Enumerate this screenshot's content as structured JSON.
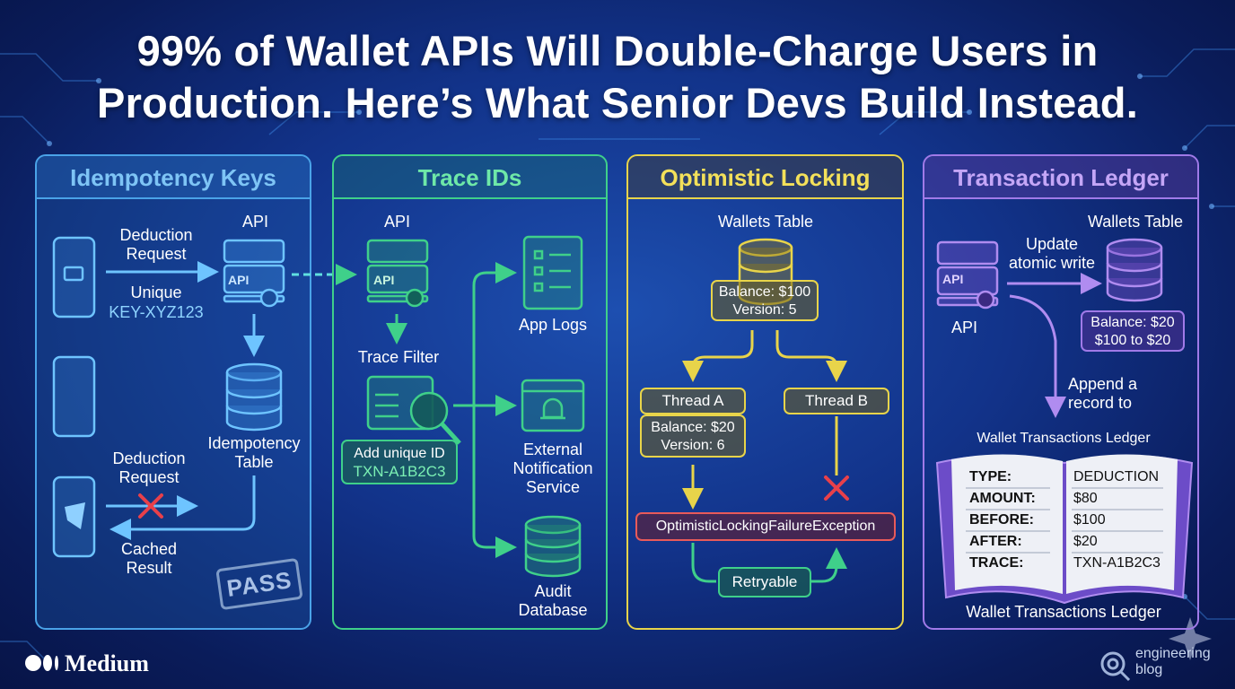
{
  "title_line1": "99% of Wallet APIs Will Double-Charge Users in",
  "title_line2": "Production. Here’s What Senior Devs Build Instead.",
  "panels": {
    "idempotency": {
      "heading": "Idempotency Keys",
      "api_label": "API",
      "api_chip": "API",
      "deduction_request_1": [
        "Deduction",
        "Request"
      ],
      "unique_label": "Unique",
      "unique_key": "KEY-XYZ123",
      "table_label": [
        "Idempotency",
        "Table"
      ],
      "deduction_request_2": [
        "Deduction",
        "Request"
      ],
      "cached_result": [
        "Cached",
        "Result"
      ],
      "stamp": "PASS"
    },
    "trace": {
      "heading": "Trace IDs",
      "api_label": "API",
      "api_chip": "API",
      "filter_label": "Trace Filter",
      "add_id_label": "Add unique ID",
      "trace_id": "TXN-A1B2C3",
      "app_logs": "App Logs",
      "notification": [
        "External",
        "Notification",
        "Service"
      ],
      "audit": [
        "Audit",
        "Database"
      ]
    },
    "locking": {
      "heading": "Optimistic Locking",
      "table_label": "Wallets Table",
      "db_balance": "Balance: $100",
      "db_version": "Version: 5",
      "thread_a": "Thread A",
      "thread_b": "Thread B",
      "a_balance": "Balance: $20",
      "a_version": "Version: 6",
      "exception": "OptimisticLockingFailureException",
      "retry": "Retryable"
    },
    "ledger": {
      "heading": "Transaction Ledger",
      "table_label": "Wallets Table",
      "api_chip": "API",
      "api_label": "API",
      "update_label": [
        "Update",
        "atomic write"
      ],
      "balance": "Balance: $20",
      "change": "$100 to $20",
      "append_label": [
        "Append a",
        "record to"
      ],
      "ledger_title_top": "Wallet Transactions Ledger",
      "ledger_title_bottom": "Wallet Transactions Ledger",
      "rows": [
        {
          "key": "TYPE:",
          "value": "DEDUCTION"
        },
        {
          "key": "AMOUNT:",
          "value": "$80"
        },
        {
          "key": "BEFORE:",
          "value": "$100"
        },
        {
          "key": "AFTER:",
          "value": "$20"
        },
        {
          "key": "TRACE:",
          "value": "TXN-A1B2C3"
        }
      ]
    }
  },
  "footer": {
    "medium": "Medium",
    "engineering": [
      "engineering",
      "blog"
    ]
  },
  "colors": {
    "blue": "#4aa3e8",
    "green": "#3fd08a",
    "yellow": "#e8d44a",
    "purple": "#a07ae8",
    "red": "#e8404a"
  }
}
